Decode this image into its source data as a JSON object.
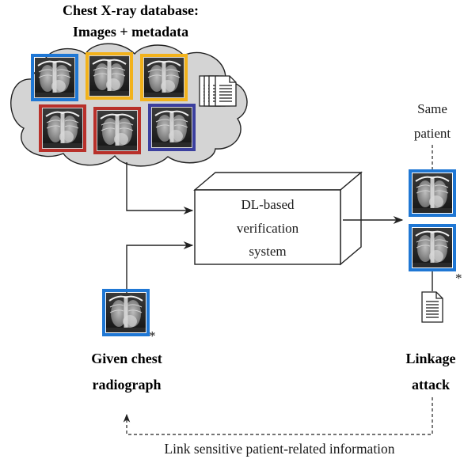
{
  "database": {
    "title_line1": "Chest X-ray database:",
    "title_line2": "Images + metadata",
    "xray_frames": [
      {
        "color": "#1f77d4"
      },
      {
        "color": "#f2b21b"
      },
      {
        "color": "#f2b21b"
      },
      {
        "color": "#b8302a"
      },
      {
        "color": "#b8302a"
      },
      {
        "color": "#3b3f9e"
      }
    ]
  },
  "system": {
    "line1": "DL-based",
    "line2": "verification",
    "line3": "system"
  },
  "given": {
    "line1": "Given chest",
    "line2": "radiograph",
    "asterisk": "*",
    "frame_color": "#1f77d4"
  },
  "same_patient": {
    "line1": "Same",
    "line2": "patient",
    "asterisk": "*",
    "frame_color": "#1f77d4"
  },
  "linkage": {
    "line1": "Linkage",
    "line2": "attack"
  },
  "footer": {
    "caption": "Link sensitive patient-related information"
  },
  "colors": {
    "cloud_fill": "#d4d4d4",
    "cloud_stroke": "#222222",
    "arrow": "#222222"
  }
}
